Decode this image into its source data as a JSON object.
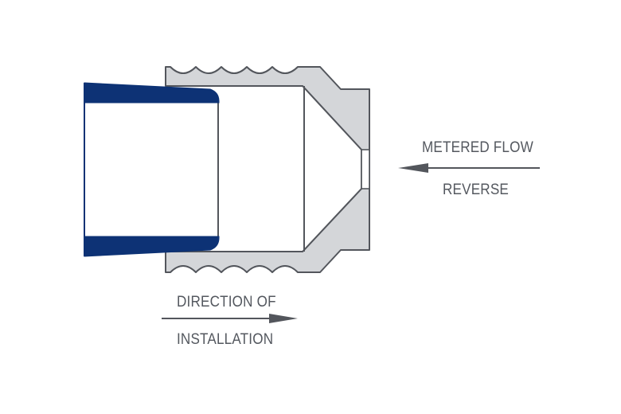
{
  "labels": {
    "metered_flow": "METERED FLOW",
    "reverse": "REVERSE",
    "direction_of": "DIRECTION OF",
    "installation": "INSTALLATION"
  },
  "colors": {
    "fitting_body": "#d4d6d9",
    "outline": "#53565c",
    "tube_wall": "#0d3275",
    "text": "#54585f",
    "arrow": "#53565c"
  }
}
